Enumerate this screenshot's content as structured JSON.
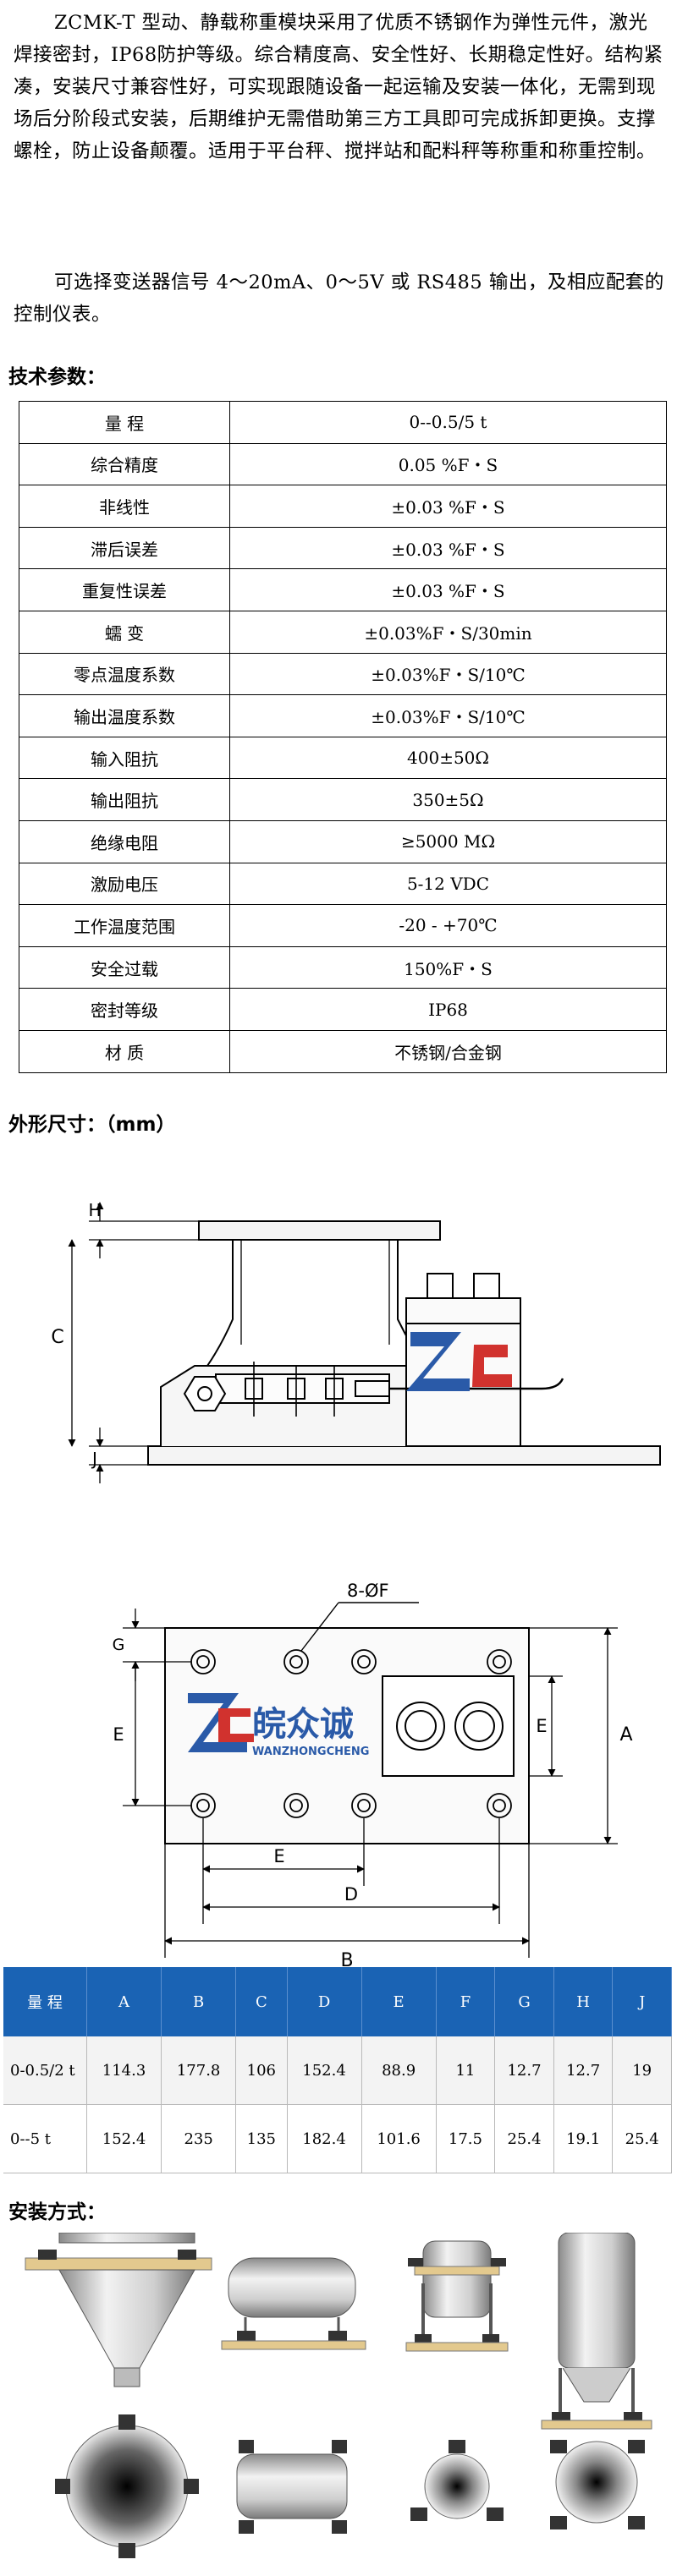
{
  "intro": {
    "paragraph1": "ZCMK-T 型动、静载称重模块采用了优质不锈钢作为弹性元件，激光焊接密封，IP68防护等级。综合精度高、安全性好、长期稳定性好。结构紧凑，安装尺寸兼容性好，可实现跟随设备一起运输及安装一体化，无需到现场后分阶段式安装，后期维护无需借助第三方工具即可完成拆卸更换。支撑螺栓，防止设备颠覆。适用于平台秤、搅拌站和配料秤等称重和称重控制。",
    "paragraph2": "可选择变送器信号 4～20mA、0～5V 或 RS485 输出，及相应配套的控制仪表。"
  },
  "spec_heading": "技术参数：",
  "spec_table": [
    {
      "key": "量 程",
      "value": "0--0.5/5 t"
    },
    {
      "key": "综合精度",
      "value": "0.05 %F・S"
    },
    {
      "key": "非线性",
      "value": "±0.03 %F・S"
    },
    {
      "key": "滞后误差",
      "value": "±0.03 %F・S"
    },
    {
      "key": "重复性误差",
      "value": "±0.03 %F・S"
    },
    {
      "key": "蠕 变",
      "value": "±0.03%F・S/30min"
    },
    {
      "key": "零点温度系数",
      "value": "±0.03%F・S/10℃"
    },
    {
      "key": "输出温度系数",
      "value": "±0.03%F・S/10℃"
    },
    {
      "key": "输入阻抗",
      "value": "400±50Ω"
    },
    {
      "key": "输出阻抗",
      "value": "350±5Ω"
    },
    {
      "key": "绝缘电阻",
      "value": "≥5000 MΩ"
    },
    {
      "key": "激励电压",
      "value": "5-12 VDC"
    },
    {
      "key": "工作温度范围",
      "value": "-20 - +70℃"
    },
    {
      "key": "安全过载",
      "value": "150%F・S"
    },
    {
      "key": "密封等级",
      "value": "IP68"
    },
    {
      "key": "材 质",
      "value": "不锈钢/合金钢"
    }
  ],
  "dim_heading": "外形尺寸：（mm）",
  "drawing_labels": {
    "H": "H",
    "C": "C",
    "J": "J",
    "G": "G",
    "E": "E",
    "A": "A",
    "D": "D",
    "B": "B",
    "holes": "8-ØF"
  },
  "logo": {
    "mark": "Z",
    "name_cn": "皖众诚",
    "name_en": "WANZHONGCHENG"
  },
  "dims_table": {
    "headers": [
      "量 程",
      "A",
      "B",
      "C",
      "D",
      "E",
      "F",
      "G",
      "H",
      "J"
    ],
    "rows": [
      [
        "0-0.5/2 t",
        "114.3",
        "177.8",
        "106",
        "152.4",
        "88.9",
        "11",
        "12.7",
        "12.7",
        "19"
      ],
      [
        "0--5 t",
        "152.4",
        "235",
        "135",
        "182.4",
        "101.6",
        "17.5",
        "25.4",
        "19.1",
        "25.4"
      ]
    ]
  },
  "install_heading": "安装方式：",
  "colors": {
    "table_header": "#1a63b4",
    "logo_blue": "#2a5aa8",
    "logo_red": "#d1322e",
    "mount_yellow": "#e3c98e"
  }
}
